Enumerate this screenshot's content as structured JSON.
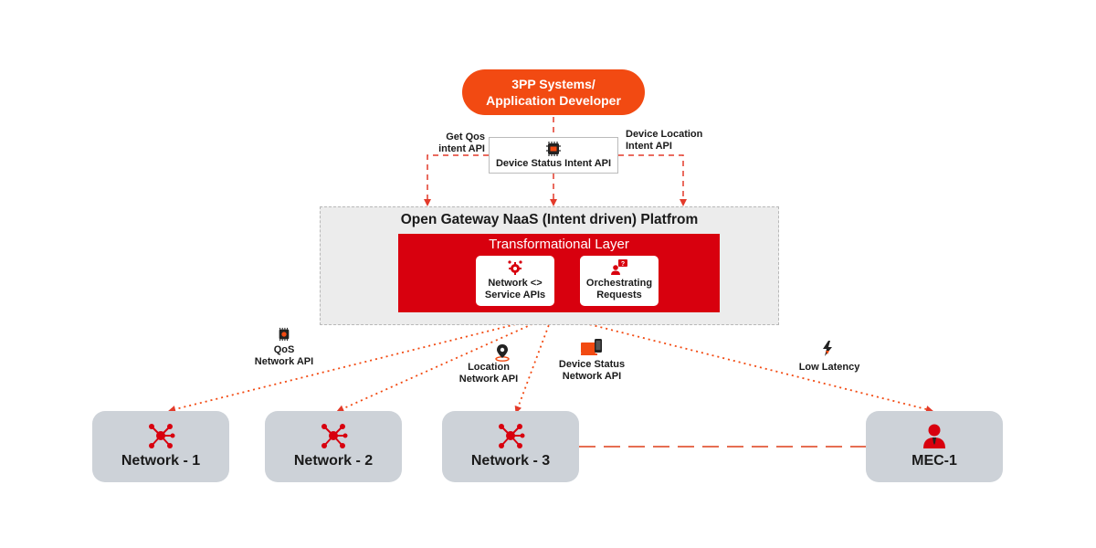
{
  "top_node": {
    "line1": "3PP Systems/",
    "line2": "Application Developer"
  },
  "api_labels": {
    "get_qos": {
      "line1": "Get Qos",
      "line2": "intent API"
    },
    "device_location": {
      "line1": "Device Location",
      "line2": "Intent API"
    },
    "device_status": "Device Status Intent API"
  },
  "platform": {
    "title": "Open Gateway NaaS (Intent driven) Platfrom",
    "layer_title": "Transformational Layer",
    "cards": [
      {
        "line1": "Network <>",
        "line2": "Service APIs"
      },
      {
        "line1": "Orchestrating",
        "line2": "Requests"
      }
    ]
  },
  "network_labels": {
    "qos": {
      "line1": "QoS",
      "line2": "Network API"
    },
    "location": {
      "line1": "Location",
      "line2": "Network API"
    },
    "device_status": {
      "line1": "Device Status",
      "line2": "Network API"
    },
    "low_latency": "Low Latency"
  },
  "nodes": [
    "Network - 1",
    "Network - 2",
    "Network - 3",
    "MEC-1"
  ],
  "colors": {
    "accent": "#f24a12",
    "red": "#d8000e",
    "node_bg": "#cdd2d8",
    "platform_bg": "#ececec"
  }
}
